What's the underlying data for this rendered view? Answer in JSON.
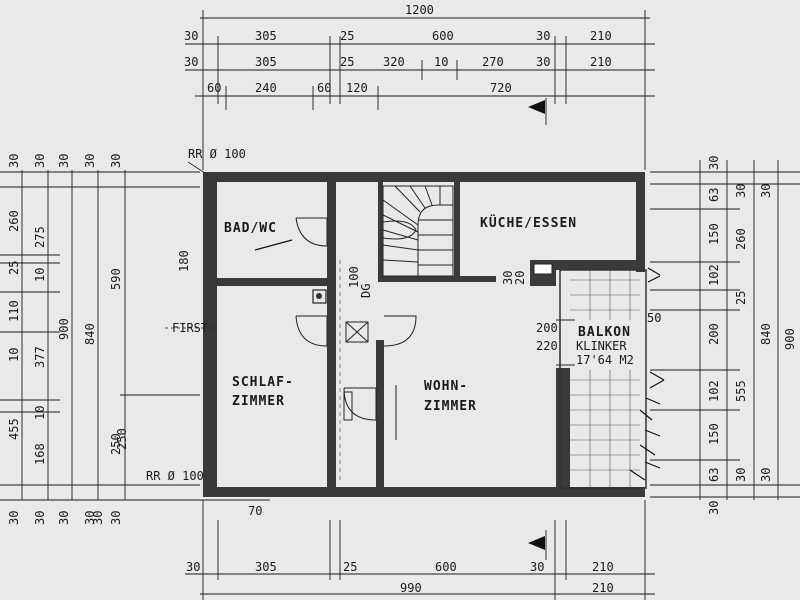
{
  "rooms": {
    "bad_wc": "BAD/WC",
    "kueche_essen": "KÜCHE/ESSEN",
    "schlaf_line1": "SCHLAF-",
    "schlaf_line2": "ZIMMER",
    "wohn_line1": "WOHN-",
    "wohn_line2": "ZIMMER",
    "balkon": "BALKON",
    "balkon_material": "KLINKER",
    "balkon_area": "17'64 M2",
    "dg": "DG"
  },
  "labels": {
    "rr_top": "RR Ø 100",
    "rr_bottom": "RR Ø 100",
    "first": "FIRST"
  },
  "top_dims": {
    "row1": [
      "1200"
    ],
    "row2": [
      "30",
      "305",
      "25",
      "600",
      "30",
      "210"
    ],
    "row3": [
      "30",
      "305",
      "25",
      "320",
      "10",
      "270",
      "30",
      "210"
    ],
    "row4": [
      "60",
      "240",
      "60",
      "120",
      "720"
    ]
  },
  "bottom_dims": {
    "row1": [
      "30",
      "305",
      "25",
      "600",
      "30",
      "210"
    ],
    "row2": [
      "990",
      "210"
    ],
    "below_70": "70"
  },
  "interior_dims": {
    "d180": "180",
    "d100": "100",
    "d30_20_a": "30",
    "d30_20_b": "20",
    "d200": "200",
    "d220": "220",
    "d50": "50",
    "d250": "250"
  },
  "left_dims": {
    "col1": [
      "30",
      "260",
      "25",
      "110",
      "10",
      "455",
      "30"
    ],
    "col2": [
      "30",
      "275",
      "10",
      "377",
      "10",
      "168",
      "30"
    ],
    "col3": [
      "30",
      "900",
      "30"
    ],
    "col4": [
      "30",
      "840",
      "30"
    ],
    "col5": [
      "590",
      "250"
    ]
  },
  "right_dims": {
    "col1": [
      "30",
      "63",
      "150",
      "102",
      "200",
      "102",
      "150",
      "63",
      "30"
    ],
    "col2": [
      "30",
      "260",
      "25",
      "555",
      "30"
    ],
    "col3": [
      "30",
      "840",
      "30"
    ],
    "col4": [
      "900"
    ]
  }
}
